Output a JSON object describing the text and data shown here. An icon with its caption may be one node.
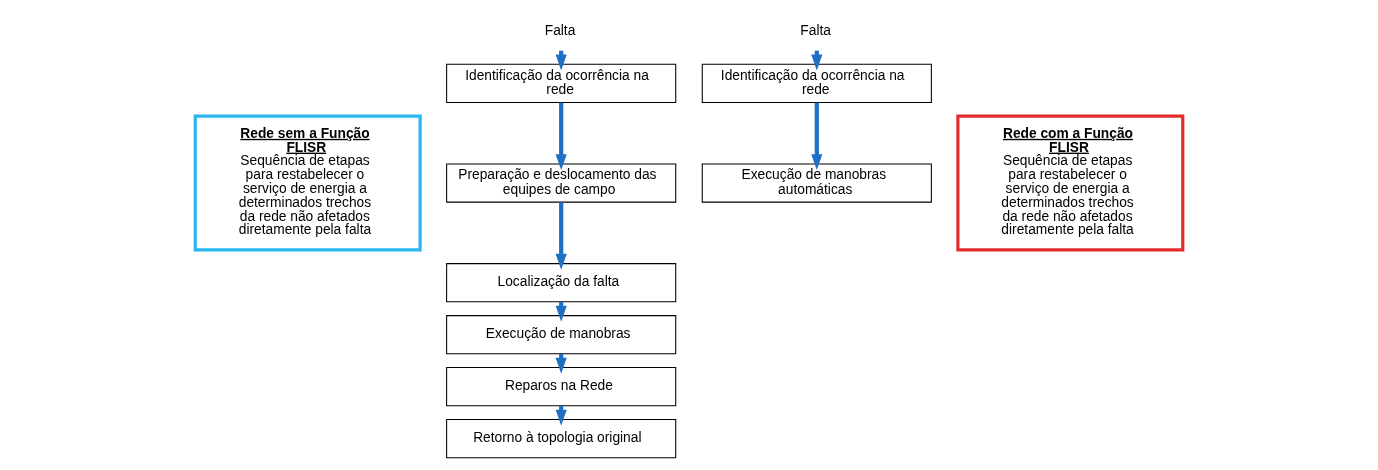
{
  "diagram": {
    "nodes": [
      {
        "text": [
          "Rede sem a Função FLISR",
          "Sequência de etapas para restabelecer o serviço de energia a determinados trechos da rede não afetados diretamente pela falta"
        ]
      },
      {
        "text": [
          "Falta"
        ]
      },
      {
        "text": [
          "Identificação da ocorrência na rede"
        ]
      },
      {
        "text": [
          "Preparação e deslocamento das equipes de campo"
        ]
      },
      {
        "text": [
          "Localização da falta"
        ]
      },
      {
        "text": [
          "Execução de manobras"
        ]
      },
      {
        "text": [
          "Reparos na Rede"
        ]
      },
      {
        "text": [
          "Retorno à topologia original"
        ]
      },
      {
        "text": [
          "Falta"
        ]
      },
      {
        "text": [
          "Identificação da ocorrência na rede"
        ]
      },
      {
        "text": [
          "Execução de manobras automáticas"
        ]
      },
      {
        "text": [
          "Rede com a Função FLISR",
          "Sequência de etapas para restabelecer o serviço de energia a determinados trechos da rede não afetados diretamente pela falta"
        ]
      }
    ],
    "edges": [
      {
        "from": 1,
        "to": 2,
        "arrow": "to"
      },
      {
        "from": 2,
        "to": 3,
        "arrow": "to"
      },
      {
        "from": 3,
        "to": 4,
        "arrow": "to"
      },
      {
        "from": 4,
        "to": 5,
        "arrow": "to"
      },
      {
        "from": 5,
        "to": 6,
        "arrow": "to"
      },
      {
        "from": 6,
        "to": 7,
        "arrow": "to"
      },
      {
        "from": 8,
        "to": 9,
        "arrow": "to"
      },
      {
        "from": 9,
        "to": 10,
        "arrow": "to"
      }
    ]
  }
}
